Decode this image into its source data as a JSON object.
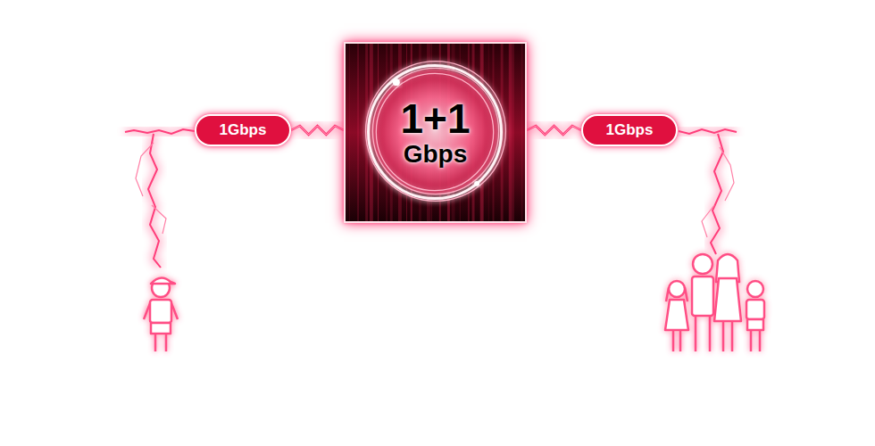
{
  "diagram": {
    "nodes": [
      {
        "text": [
          "1Gbps"
        ]
      },
      {
        "text": [
          "1+1",
          "Gbps"
        ]
      },
      {
        "text": [
          "1Gbps"
        ]
      }
    ],
    "edges": [
      {
        "from": 1,
        "to": 0,
        "arrow": "none"
      },
      {
        "from": 1,
        "to": 2,
        "arrow": "none"
      }
    ]
  }
}
